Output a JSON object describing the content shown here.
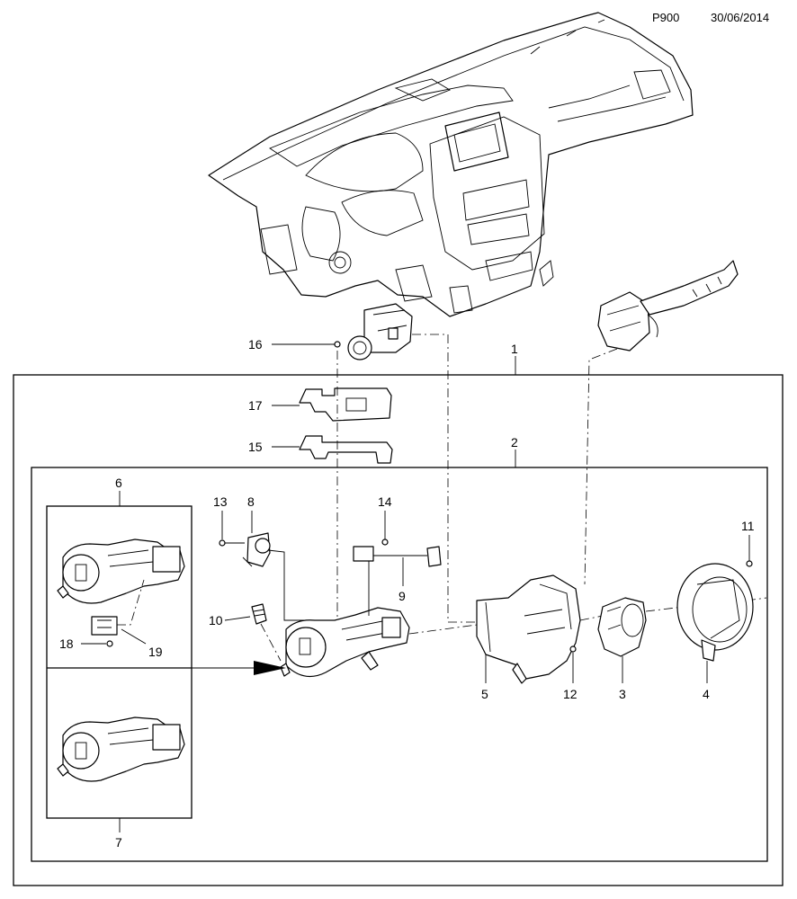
{
  "header": {
    "page_code": "P900",
    "date": "30/06/2014"
  },
  "callouts": {
    "c1": "1",
    "c2": "2",
    "c3": "3",
    "c4": "4",
    "c5": "5",
    "c6": "6",
    "c7": "7",
    "c8": "8",
    "c9": "9",
    "c10": "10",
    "c11": "11",
    "c12": "12",
    "c13": "13",
    "c14": "14",
    "c15": "15",
    "c16": "16",
    "c17": "17",
    "c18": "18",
    "c19": "19"
  }
}
